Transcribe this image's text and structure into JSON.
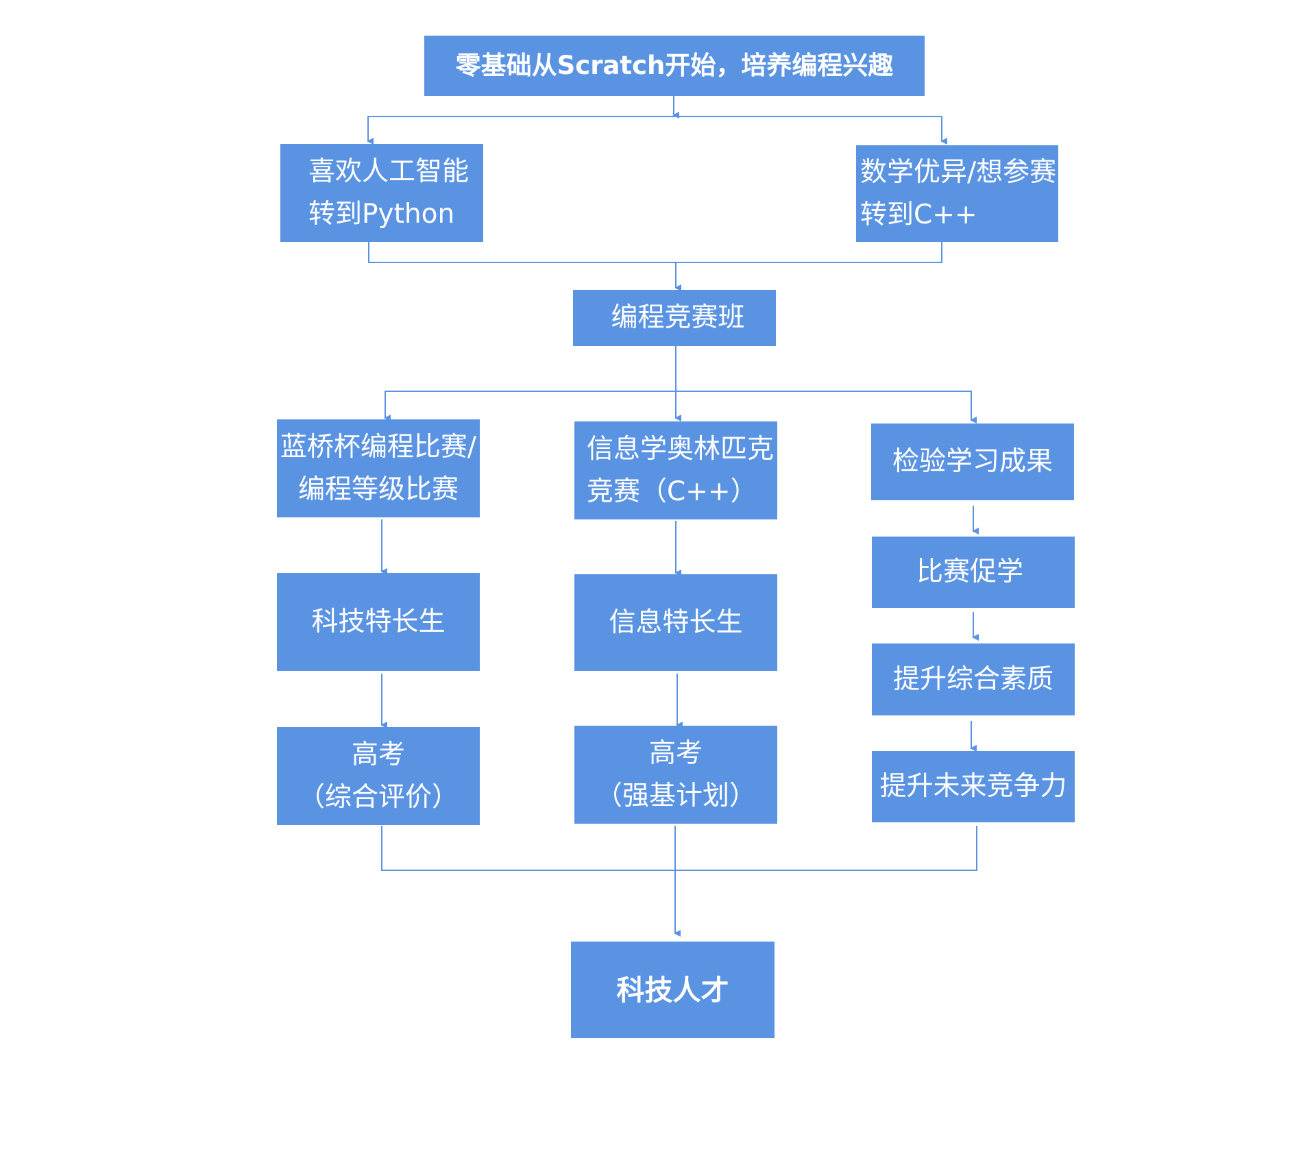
{
  "diagram": {
    "colors": {
      "box": "#5b93e3",
      "text": "#ffffff",
      "line": "#5b93e3"
    },
    "nodes": {
      "start": {
        "lines": [
          "零基础从Scratch开始，培养编程兴趣"
        ]
      },
      "ai": {
        "lines": [
          "喜欢人工智能",
          "转到Python"
        ]
      },
      "math": {
        "lines": [
          "数学优异/想参赛",
          "转到C++"
        ]
      },
      "contest_class": {
        "lines": [
          "编程竞赛班"
        ]
      },
      "lanqiao": {
        "lines": [
          "蓝桥杯编程比赛/",
          "编程等级比赛"
        ]
      },
      "olympiad": {
        "lines": [
          "信息学奥林匹克",
          "竞赛（C++）"
        ]
      },
      "verify": {
        "lines": [
          "检验学习成果"
        ]
      },
      "tech_special": {
        "lines": [
          "科技特长生"
        ]
      },
      "info_special": {
        "lines": [
          "信息特长生"
        ]
      },
      "promote": {
        "lines": [
          "比赛促学"
        ]
      },
      "quality": {
        "lines": [
          "提升综合素质"
        ]
      },
      "gaokao1": {
        "lines": [
          "高考",
          "（综合评价）"
        ]
      },
      "gaokao2": {
        "lines": [
          "高考",
          "（强基计划）"
        ]
      },
      "future": {
        "lines": [
          "提升未来竞争力"
        ]
      },
      "talent": {
        "lines": [
          "科技人才"
        ]
      }
    }
  }
}
